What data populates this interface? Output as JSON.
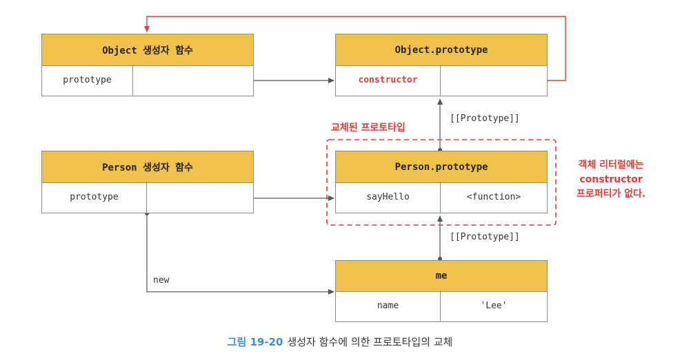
{
  "boxes": {
    "object_ctor": {
      "title": "Object 생성자 함수",
      "key": "prototype"
    },
    "object_proto": {
      "title": "Object.prototype",
      "key": "constructor"
    },
    "person_ctor": {
      "title": "Person 생성자 함수",
      "key": "prototype"
    },
    "person_proto": {
      "title": "Person.prototype",
      "key": "sayHello",
      "value": "<function>"
    },
    "me": {
      "title": "me",
      "key": "name",
      "value": "'Lee'"
    }
  },
  "labels": {
    "proto_link_upper": "[[Prototype]]",
    "proto_link_lower": "[[Prototype]]",
    "new": "new",
    "replaced": "교체된 프로토타입",
    "note_line1": "객체 리터럴에는",
    "note_line2": "constructor",
    "note_line3": "프로퍼티가 없다."
  },
  "caption": {
    "number": "그림 19-20",
    "text": "생성자 함수에 의한 프로토타입의 교체"
  },
  "colors": {
    "header": "#f1c24a",
    "accent_red": "#e53935",
    "caption_blue": "#3a8fd6"
  }
}
